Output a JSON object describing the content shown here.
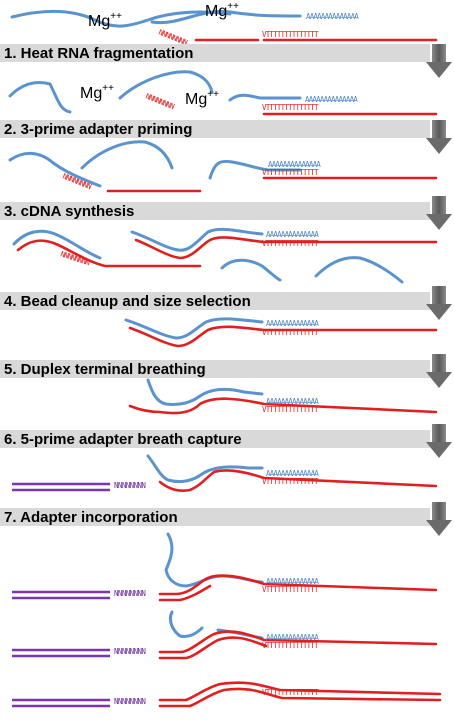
{
  "steps": [
    {
      "label": "1. Heat RNA fragmentation"
    },
    {
      "label": "2. 3-prime adapter priming"
    },
    {
      "label": "3. cDNA synthesis"
    },
    {
      "label": "4. Bead cleanup and size selection"
    },
    {
      "label": "5. Duplex terminal breathing"
    },
    {
      "label": "6. 5-prime adapter breath capture"
    },
    {
      "label": "7. Adapter incorporation"
    }
  ],
  "ions": {
    "text": "Mg",
    "charge": "++"
  },
  "sequences": {
    "polyA": "AAAAAAAAAAAAAA",
    "polyT": "VTTTTTTTTTTTTTT",
    "randomN": "NNNNNNNN",
    "adapterN": "NNNNNNNN"
  },
  "colors": {
    "rna": "#5b93cf",
    "cdna": "#e02020",
    "adapter": "#7a35b5",
    "bar": "#d9d9d9",
    "arrow": "#6b6b6b"
  },
  "icons": {
    "step_arrow": "down-arrow-icon"
  }
}
